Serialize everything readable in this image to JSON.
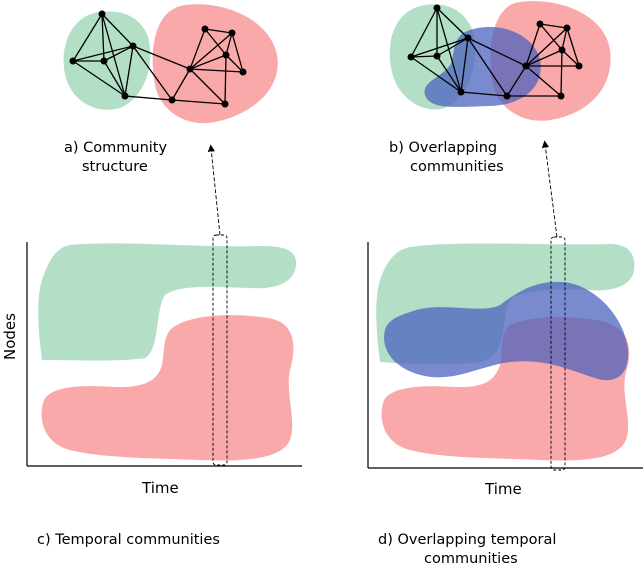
{
  "captions": {
    "a": [
      "a) Community",
      "structure"
    ],
    "b": [
      "b) Overlapping",
      "communities"
    ],
    "c": [
      "c) Temporal communities"
    ],
    "d": [
      "d) Overlapping temporal",
      "communities"
    ]
  },
  "axes": {
    "ylabel": "Nodes",
    "xlabel_c": "Time",
    "xlabel_d": "Time"
  },
  "colors": {
    "community_green": "#b2dfc5",
    "community_red": "#f9a9a9",
    "community_blue": "#4e63bd"
  }
}
